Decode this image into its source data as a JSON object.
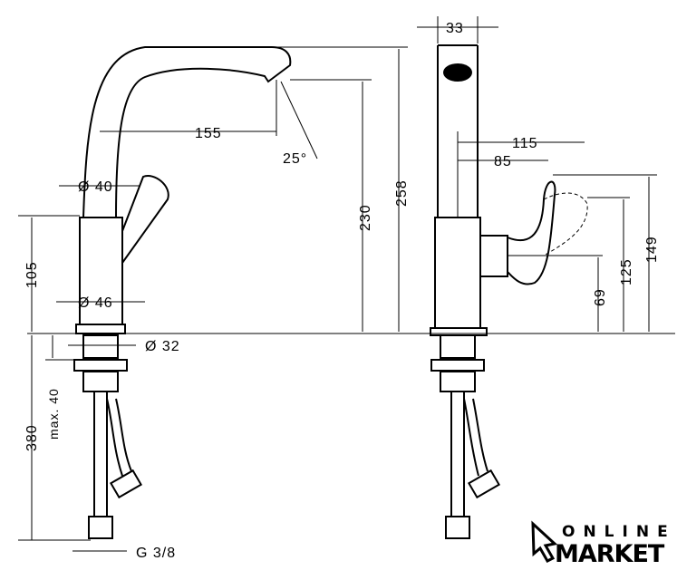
{
  "dimensions": {
    "spout_width": "33",
    "reach": "155",
    "spout_angle": "25°",
    "spout_diameter": "Ø 40",
    "height_230": "230",
    "height_258": "258",
    "handle_reach_115": "115",
    "handle_reach_85": "85",
    "body_height": "105",
    "body_diameter": "Ø 46",
    "handle_125": "125",
    "handle_149": "149",
    "handle_69": "69",
    "thread_diameter": "Ø 32",
    "max_thickness": "max. 40",
    "hose_length": "380",
    "connection": "G 3/8"
  },
  "logo": {
    "line1": "ONLINE",
    "line2": "MARKET"
  }
}
